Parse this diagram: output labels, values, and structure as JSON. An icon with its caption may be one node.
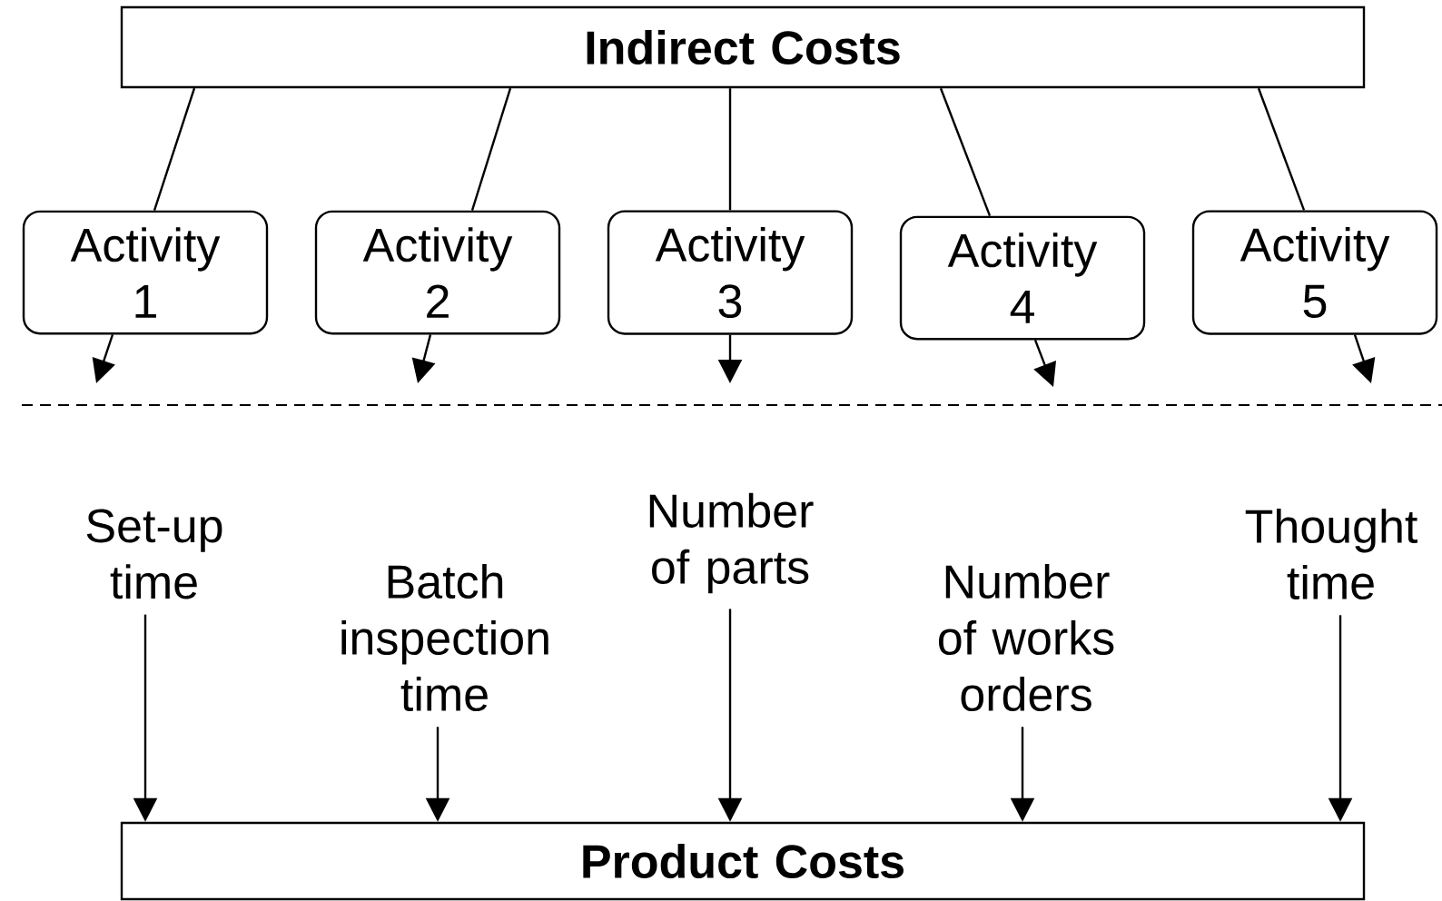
{
  "diagram": {
    "nodes": [
      {
        "text": [
          "Indirect Costs"
        ]
      },
      {
        "text": [
          "Activity 1"
        ]
      },
      {
        "text": [
          "Activity 2"
        ]
      },
      {
        "text": [
          "Activity 3"
        ]
      },
      {
        "text": [
          "Activity 4"
        ]
      },
      {
        "text": [
          "Activity 5"
        ]
      },
      {
        "text": [
          "Set-up time"
        ]
      },
      {
        "text": [
          "Batch inspection time"
        ]
      },
      {
        "text": [
          "Number of parts"
        ]
      },
      {
        "text": [
          "Number of works orders"
        ]
      },
      {
        "text": [
          "Thought time"
        ]
      },
      {
        "text": [
          "Product Costs"
        ]
      }
    ],
    "edges": [
      {
        "from": 0,
        "to": 1,
        "arrow": "none"
      },
      {
        "from": 0,
        "to": 2,
        "arrow": "none"
      },
      {
        "from": 0,
        "to": 3,
        "arrow": "none"
      },
      {
        "from": 0,
        "to": 4,
        "arrow": "none"
      },
      {
        "from": 0,
        "to": 5,
        "arrow": "none"
      },
      {
        "from": 1,
        "to": null,
        "arrow": "to"
      },
      {
        "from": 2,
        "to": null,
        "arrow": "to"
      },
      {
        "from": 3,
        "to": null,
        "arrow": "to"
      },
      {
        "from": 4,
        "to": null,
        "arrow": "to"
      },
      {
        "from": 5,
        "to": null,
        "arrow": "to"
      },
      {
        "from": 6,
        "to": 11,
        "arrow": "to"
      },
      {
        "from": 7,
        "to": 11,
        "arrow": "to"
      },
      {
        "from": 8,
        "to": 11,
        "arrow": "to"
      },
      {
        "from": 9,
        "to": 11,
        "arrow": "to"
      },
      {
        "from": 10,
        "to": 11,
        "arrow": "to"
      }
    ]
  }
}
